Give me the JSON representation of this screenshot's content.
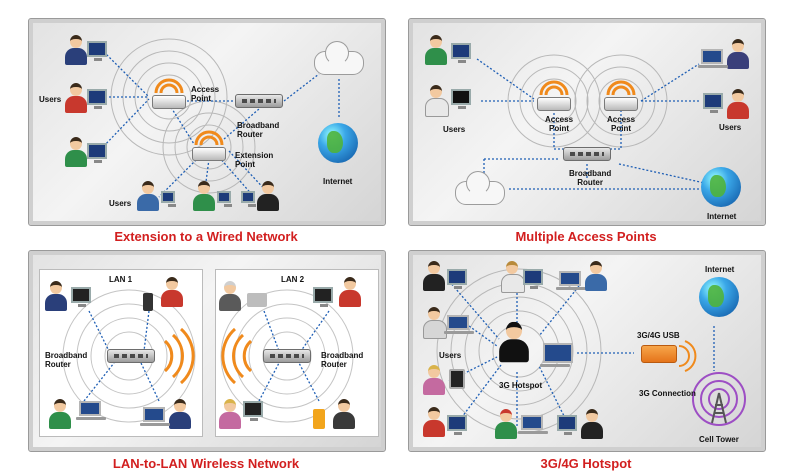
{
  "panels": {
    "extension": {
      "caption": "Extension to a Wired Network",
      "labels": {
        "access_point": "Access\nPoint",
        "broadband_router": "Broadband\nRouter",
        "extension_point": "Extension\nPoint",
        "internet": "Internet",
        "users_left": "Users",
        "users_bottom": "Users"
      }
    },
    "multiple_ap": {
      "caption": "Multiple Access Points",
      "labels": {
        "users_left": "Users",
        "ap1": "Access\nPoint",
        "ap2": "Access\nPoint",
        "users_right": "Users",
        "broadband_router": "Broadband\nRouter",
        "internet": "Internet"
      }
    },
    "lan_to_lan": {
      "caption": "LAN-to-LAN Wireless Network",
      "labels": {
        "lan1": "LAN 1",
        "lan2": "LAN 2",
        "router_left": "Broadband\nRouter",
        "router_right": "Broadband\nRouter"
      }
    },
    "hotspot": {
      "caption": "3G/4G Hotspot",
      "labels": {
        "users": "Users",
        "hotspot": "3G Hotspot",
        "usb": "3G/4G USB",
        "connection": "3G Connection",
        "internet": "Internet",
        "cell_tower": "Cell Tower"
      }
    }
  },
  "colors": {
    "caption": "#d21f1f",
    "link": "#1f5fb5",
    "signal_orange": "#f08a1c"
  }
}
